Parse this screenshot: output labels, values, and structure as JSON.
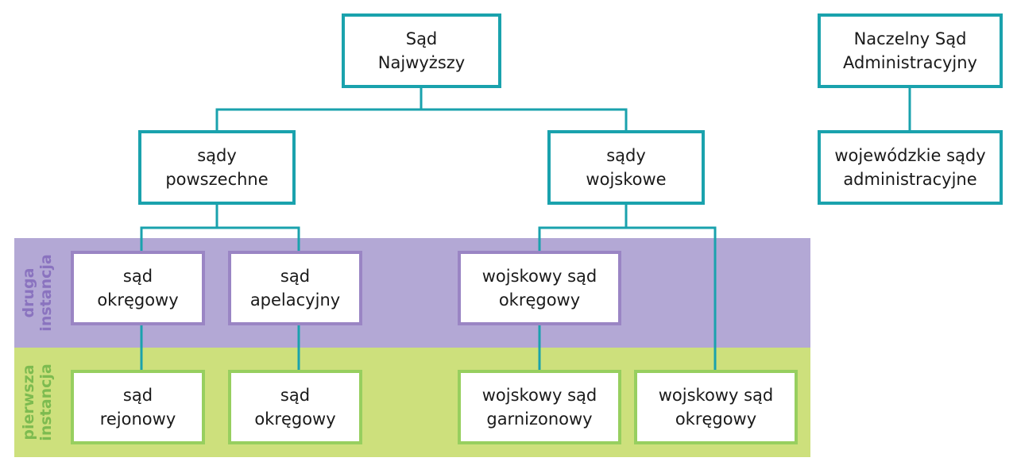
{
  "colors": {
    "connector": "#1aa2ad",
    "upper_border": "#1aa2ad",
    "second_instance_band": "#b3a8d5",
    "second_instance_border": "#9a85c4",
    "second_instance_label": "#8a73bf",
    "first_instance_band": "#cde07c",
    "first_instance_border": "#97cf5f",
    "first_instance_label": "#7dbb50"
  },
  "bands": {
    "second_instance": "druga\ninstancja",
    "first_instance": "pierwsza\ninstancja"
  },
  "nodes": {
    "sad_najwyzszy": "Sąd\nNajwyższy",
    "naczelny_sad_administracyjny": "Naczelny Sąd\nAdministracyjny",
    "sady_powszechne": "sądy\npowszechne",
    "sady_wojskowe": "sądy\nwojskowe",
    "wojewodzkie_sady_administracyjne": "wojewódzkie sądy\nadministracyjne",
    "sad_okregowy_druga": "sąd\nokręgowy",
    "sad_apelacyjny": "sąd\napelacyjny",
    "wojskowy_sad_okregowy_druga": "wojskowy sąd\nokręgowy",
    "sad_rejonowy": "sąd\nrejonowy",
    "sad_okregowy_pierwsza": "sąd\nokręgowy",
    "wojskowy_sad_garnizonowy": "wojskowy sąd\ngarnizonowy",
    "wojskowy_sad_okregowy_pierwsza": "wojskowy sąd\nokręgowy"
  }
}
